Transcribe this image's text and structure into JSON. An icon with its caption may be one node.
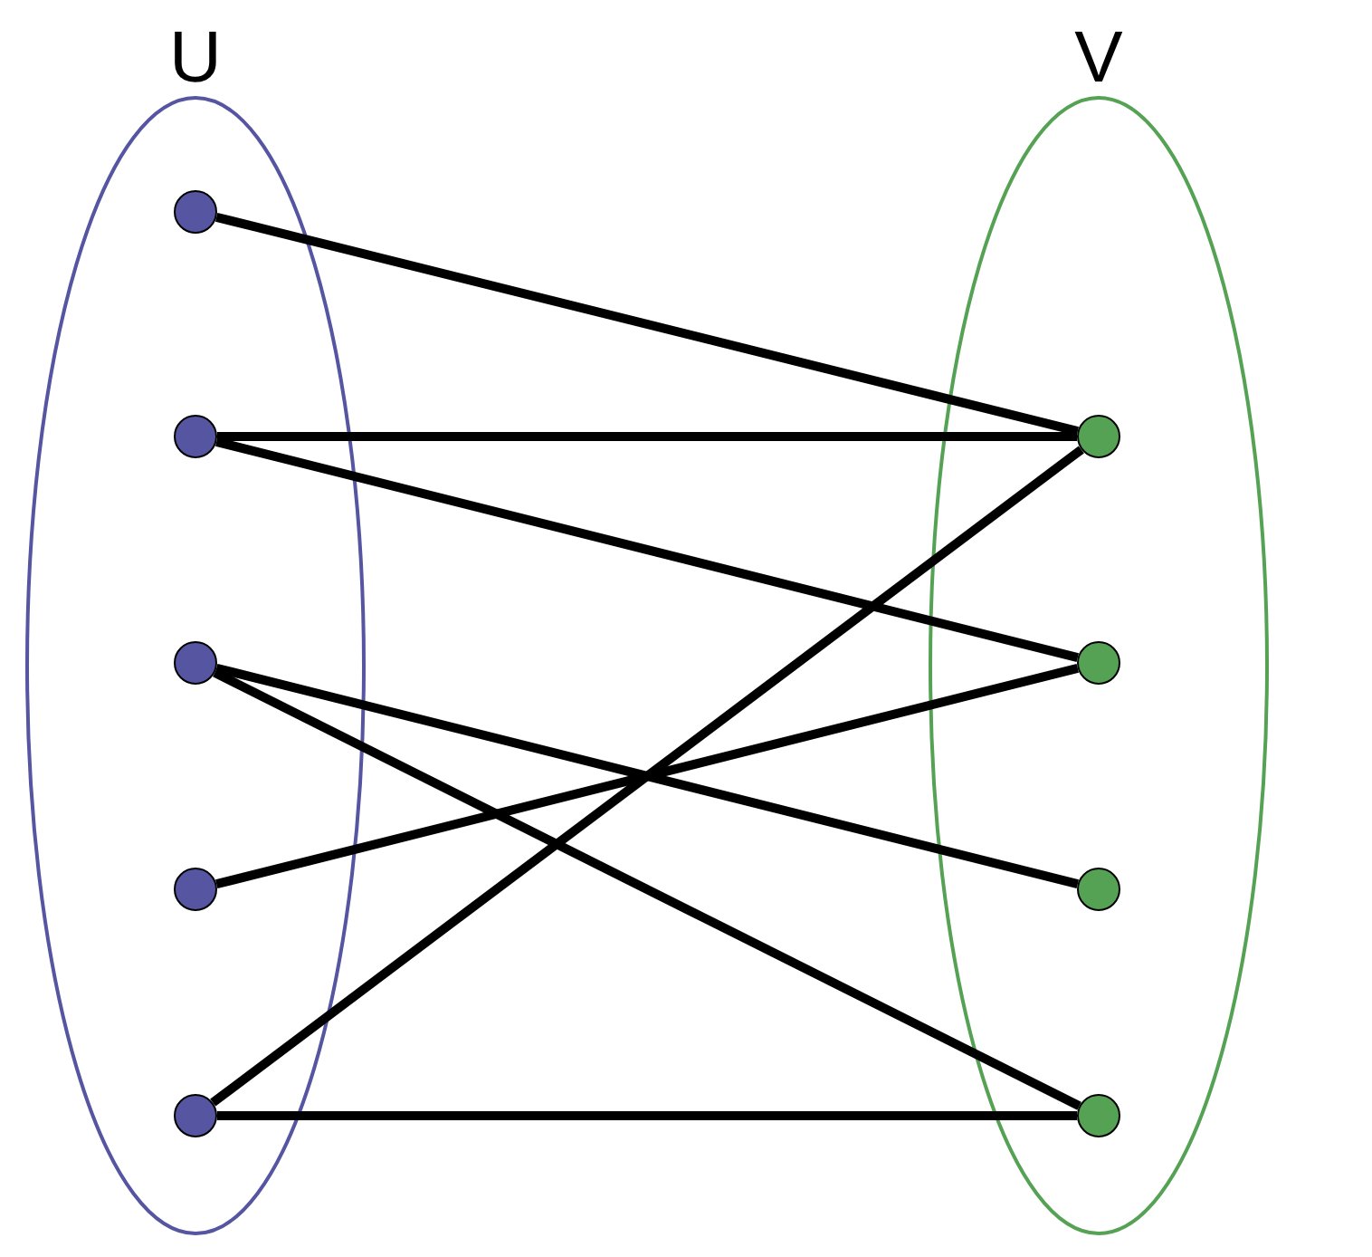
{
  "diagram": {
    "nodes": [
      {
        "text": [
          "U"
        ]
      },
      {
        "text": [],
        "shape": "circle",
        "in": 0
      },
      {
        "text": [],
        "shape": "circle",
        "in": 0
      },
      {
        "text": [],
        "shape": "circle",
        "in": 0
      },
      {
        "text": [],
        "shape": "circle",
        "in": 0
      },
      {
        "text": [],
        "shape": "circle",
        "in": 0
      },
      {
        "text": [
          "V"
        ]
      },
      {
        "text": [],
        "shape": "circle",
        "in": 6
      },
      {
        "text": [],
        "shape": "circle",
        "in": 6
      },
      {
        "text": [],
        "shape": "circle",
        "in": 6
      },
      {
        "text": [],
        "shape": "circle",
        "in": 6
      }
    ],
    "edges": [
      {
        "from": 1,
        "to": 7,
        "arrow": "none"
      },
      {
        "from": 2,
        "to": 7,
        "arrow": "none"
      },
      {
        "from": 2,
        "to": 8,
        "arrow": "none"
      },
      {
        "from": 3,
        "to": 9,
        "arrow": "none"
      },
      {
        "from": 3,
        "to": 10,
        "arrow": "none"
      },
      {
        "from": 4,
        "to": 8,
        "arrow": "none"
      },
      {
        "from": 5,
        "to": 7,
        "arrow": "none"
      },
      {
        "from": 5,
        "to": 10,
        "arrow": "none"
      }
    ]
  }
}
